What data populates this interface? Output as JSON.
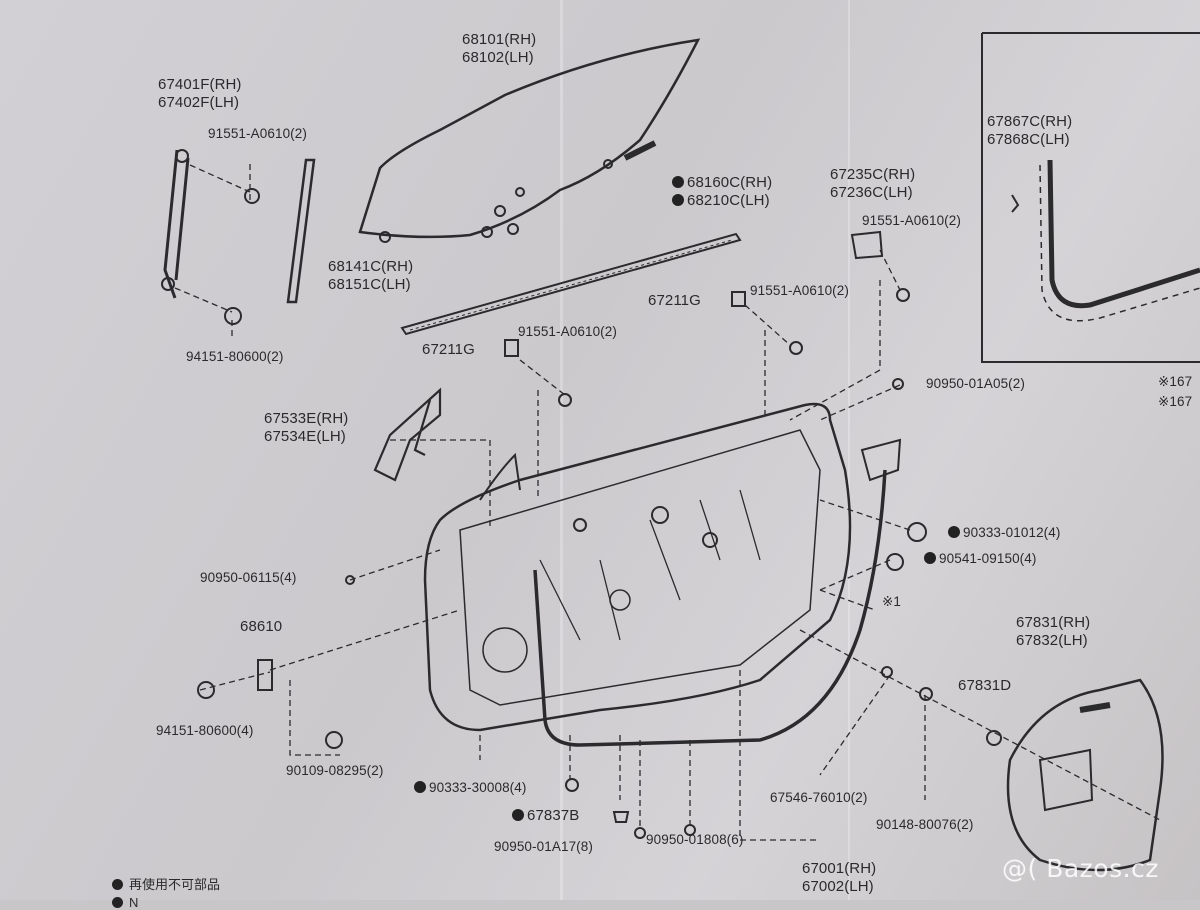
{
  "parts": {
    "p67401": [
      "67401F(RH)",
      "67402F(LH)"
    ],
    "p91551a": "91551-A0610(2)",
    "p68101": [
      "68101(RH)",
      "68102(LH)"
    ],
    "p68141": [
      "68141C(RH)",
      "68151C(LH)"
    ],
    "p94151a": "94151-80600(2)",
    "p68160": [
      "68160C(RH)",
      "68210C(LH)"
    ],
    "p67235": [
      "67235C(RH)",
      "67236C(LH)"
    ],
    "p91551b": "91551-A0610(2)",
    "p67211a": "67211G",
    "p91551c": "91551-A0610(2)",
    "p67211b": "67211G",
    "p91551d": "91551-A0610(2)",
    "p67867": [
      "67867C(RH)",
      "67868C(LH)"
    ],
    "p90950a": "90950-01A05(2)",
    "p67533": [
      "67533E(RH)",
      "67534E(LH)"
    ],
    "p90333a": "90333-01012(4)",
    "p90541": "90541-09150(4)",
    "p90950b": "90950-06115(4)",
    "pnote1": "※1",
    "p68610": "68610",
    "p67831": [
      "67831(RH)",
      "67832(LH)"
    ],
    "p67831d": "67831D",
    "p94151b": "94151-80600(4)",
    "p90109": "90109-08295(2)",
    "p90333b": "90333-30008(4)",
    "p67837": "67837B",
    "p67546": "67546-76010(2)",
    "p90148": "90148-80076(2)",
    "p90950c": "90950-01A17(8)",
    "p90950d": "90950-01808(6)",
    "p67001": [
      "67001(RH)",
      "67002(LH)"
    ],
    "pref1": "※167",
    "pref2": "※167"
  },
  "legend": {
    "line1": "再使用不可部品",
    "line2": "N"
  },
  "watermark": "@( Bazos.cz"
}
